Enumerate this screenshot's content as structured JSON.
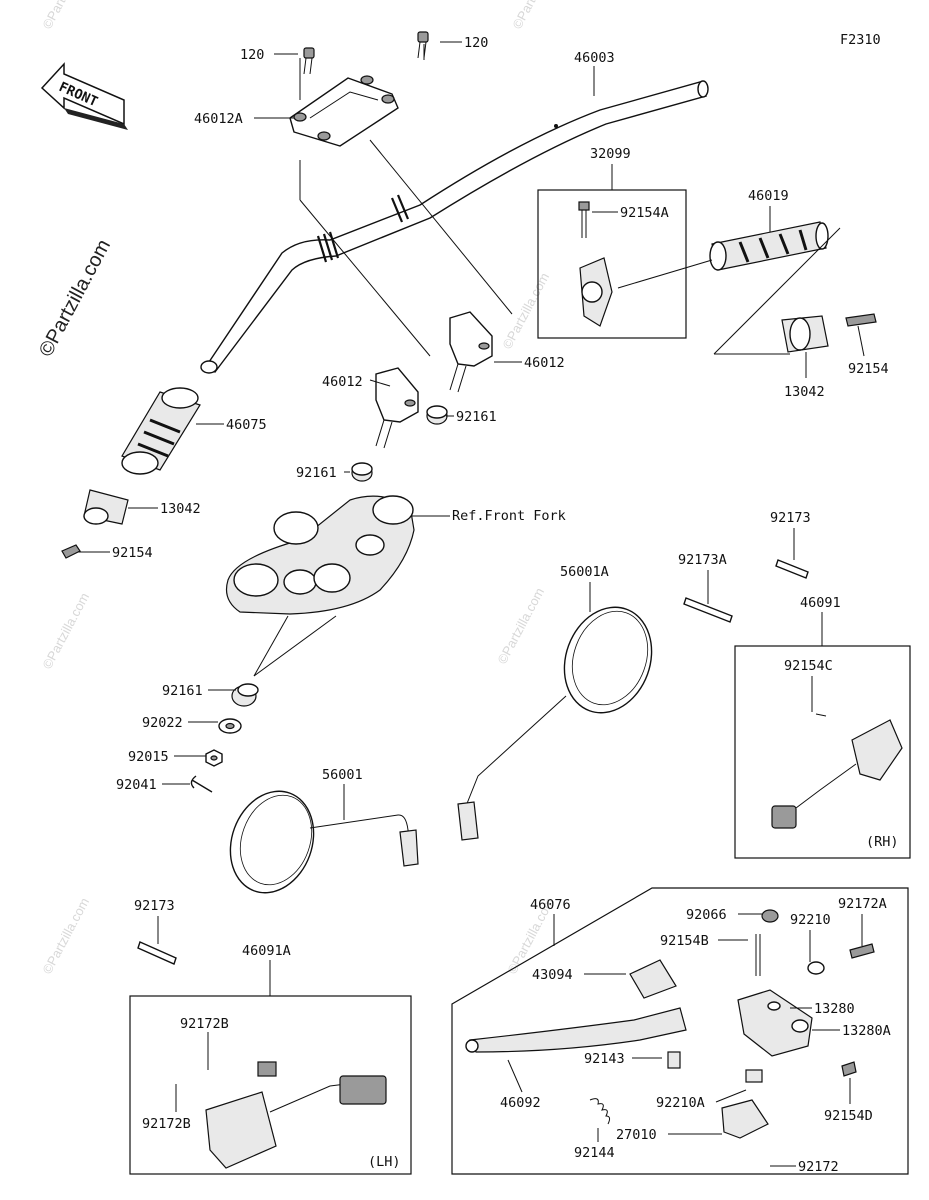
{
  "figure_code": "F2310",
  "front_label": "FRONT",
  "watermarks": {
    "main": "©Partzilla.com",
    "small": "©Partzilla.com"
  },
  "box_notes": {
    "rh": "(RH)",
    "lh": "(LH)"
  },
  "ref_note": "Ref.Front Fork",
  "parts": {
    "p120a": "120",
    "p120b": "120",
    "p46003": "46003",
    "p46012A": "46012A",
    "p32099": "32099",
    "p92154A": "92154A",
    "p46019": "46019",
    "p92154r": "92154",
    "p13042r": "13042",
    "p46012r": "46012",
    "p46012l": "46012",
    "p92161a": "92161",
    "p92161b": "92161",
    "p46075": "46075",
    "p13042l": "13042",
    "p92154l": "92154",
    "p92173r": "92173",
    "p92173A": "92173A",
    "p56001A": "56001A",
    "p46091": "46091",
    "p92154C": "92154C",
    "p92161c": "92161",
    "p92022": "92022",
    "p92015": "92015",
    "p92041": "92041",
    "p56001": "56001",
    "p92173l": "92173",
    "p46091A": "46091A",
    "p92172Bt": "92172B",
    "p92172Bb": "92172B",
    "p46076": "46076",
    "p92066": "92066",
    "p92210": "92210",
    "p92172A": "92172A",
    "p92154B": "92154B",
    "p43094": "43094",
    "p13280": "13280",
    "p13280A": "13280A",
    "p92143": "92143",
    "p46092": "46092",
    "p92210A": "92210A",
    "p92154D": "92154D",
    "p92144": "92144",
    "p27010": "27010",
    "p92172": "92172"
  }
}
